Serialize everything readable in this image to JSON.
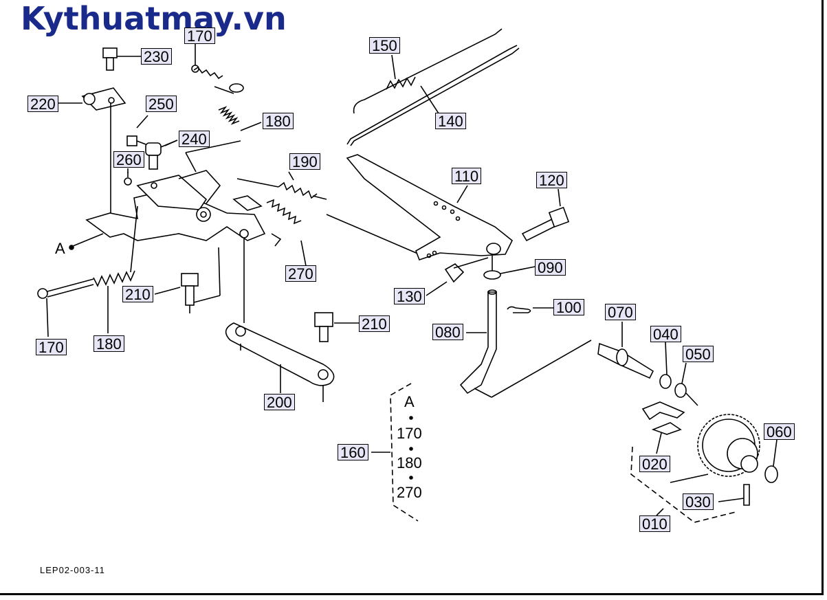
{
  "watermark": "Kythuatmay.vn",
  "drawing_ref": "LEP02-003-11",
  "callouts": {
    "c230": "230",
    "c220": "220",
    "c250": "250",
    "c240": "240",
    "c260": "260",
    "c170_top": "170",
    "c180_top": "180",
    "c150": "150",
    "c140": "140",
    "c190": "190",
    "c110": "110",
    "c120": "120",
    "c270": "270",
    "c090": "090",
    "c130": "130",
    "c100": "100",
    "c080": "080",
    "c070": "070",
    "c040": "040",
    "c050": "050",
    "c060": "060",
    "c020": "020",
    "c030": "030",
    "c010": "010",
    "c210_left": "210",
    "c210_right": "210",
    "c170_bot": "170",
    "c180_bot": "180",
    "c200": "200",
    "c160": "160"
  },
  "point_a": "A",
  "kit_list": [
    "A",
    "170",
    "180",
    "270"
  ]
}
